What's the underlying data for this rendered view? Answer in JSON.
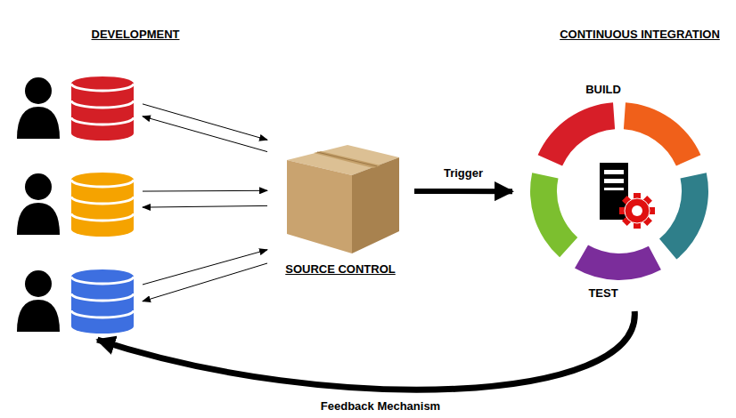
{
  "diagram": {
    "nodes": [
      {
        "text": [
          "DEVELOPMENT"
        ]
      },
      {
        "text": [],
        "in": 0
      },
      {
        "text": [],
        "in": 0
      },
      {
        "text": [],
        "in": 0
      },
      {
        "text": [
          "SOURCE CONTROL"
        ]
      },
      {
        "text": [
          "CONTINUOUS INTEGRATION",
          "BUILD",
          "TEST"
        ]
      }
    ],
    "edges": [
      {
        "from": 1,
        "to": 4,
        "arrow": "to"
      },
      {
        "from": 4,
        "to": 1,
        "arrow": "to"
      },
      {
        "from": 2,
        "to": 4,
        "arrow": "to"
      },
      {
        "from": 4,
        "to": 2,
        "arrow": "to"
      },
      {
        "from": 3,
        "to": 4,
        "arrow": "to"
      },
      {
        "from": 4,
        "to": 3,
        "arrow": "to"
      },
      {
        "from": 4,
        "to": 5,
        "label": "Trigger",
        "arrow": "to"
      },
      {
        "from": 5,
        "to": 3,
        "label": "Feedback Mechanism",
        "arrow": "to"
      }
    ]
  }
}
